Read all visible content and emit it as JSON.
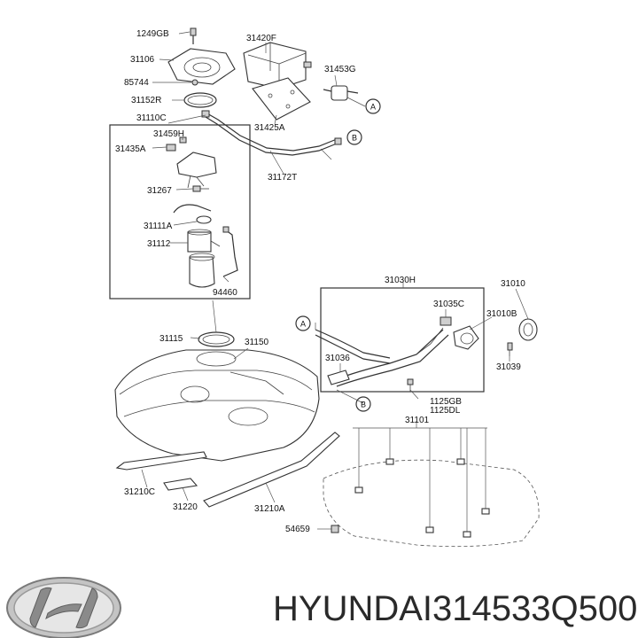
{
  "labels": {
    "l1249GB": "1249GB",
    "l31106": "31106",
    "l85744": "85744",
    "l31152R": "31152R",
    "l31110C": "31110C",
    "l31459H": "31459H",
    "l31435A": "31435A",
    "l31267": "31267",
    "l31111A": "31111A",
    "l31112": "31112",
    "l94460": "94460",
    "l31420F": "31420F",
    "l31453G": "31453G",
    "l31425A": "31425A",
    "l31172T": "31172T",
    "l31030H": "31030H",
    "l31035C": "31035C",
    "l31010": "31010",
    "l31010B": "31010B",
    "l31036": "31036",
    "l31039": "31039",
    "l1125GB": "1125GB",
    "l1125DL": "1125DL",
    "l31101": "31101",
    "l31115": "31115",
    "l31150": "31150",
    "l31210C": "31210C",
    "l31220": "31220",
    "l31210A": "31210A",
    "l54659": "54659"
  },
  "markers": {
    "a1": "A",
    "b1": "B",
    "a2": "A",
    "b2": "B"
  },
  "footer": {
    "brand": "HYUNDAI",
    "part_number": "314533Q500"
  },
  "logo": {
    "name": "hyundai-logo",
    "color": "#8a8a8a"
  }
}
